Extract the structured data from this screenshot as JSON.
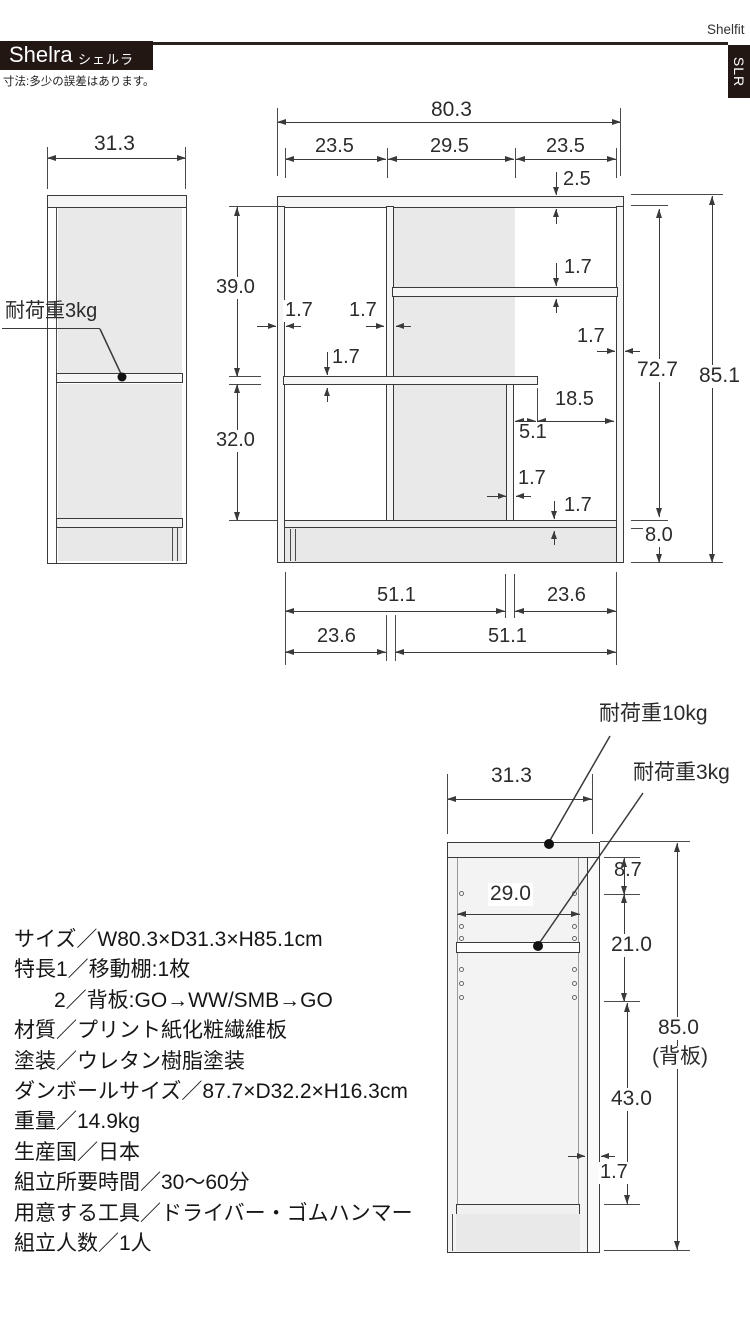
{
  "header": {
    "brand": "Shelra",
    "brand_kana": "シェルラ",
    "tolerance_note": "寸法:多少の誤差はあります。",
    "series": "Shelfit",
    "model_code": "SLR"
  },
  "measurements": {
    "total_width": "80.3",
    "col_left": "23.5",
    "col_mid": "29.5",
    "col_right": "23.5",
    "top_panel": "2.5",
    "upper_section": "39.0",
    "lower_section": "32.0",
    "panel": "1.7",
    "inner_height": "72.7",
    "total_height": "85.1",
    "shelf_gap": "18.5",
    "overhang": "5.1",
    "base_height": "8.0",
    "span_long": "51.1",
    "span_short": "23.6",
    "depth": "31.3",
    "back_top": "8.7",
    "inner_width": "29.0",
    "shelf_pitch": "21.0",
    "back_height": "85.0",
    "back_height_note": "(背板)",
    "back_lower": "43.0",
    "load_top": "耐荷重10kg",
    "load_shelf": "耐荷重3kg"
  },
  "specs": {
    "lines": [
      "サイズ／W80.3×D31.3×H85.1cm",
      "特長1／移動棚:1枚",
      "2／背板:GO→WW/SMB→GO",
      "材質／プリント紙化粧繊維板",
      "塗装／ウレタン樹脂塗装",
      "ダンボールサイズ／87.7×D32.2×H16.3cm",
      "重量／14.9kg",
      "生産国／日本",
      "組立所要時間／30〜60分",
      "用意する工具／ドライバー・ゴムハンマー",
      "組立人数／1人"
    ]
  }
}
